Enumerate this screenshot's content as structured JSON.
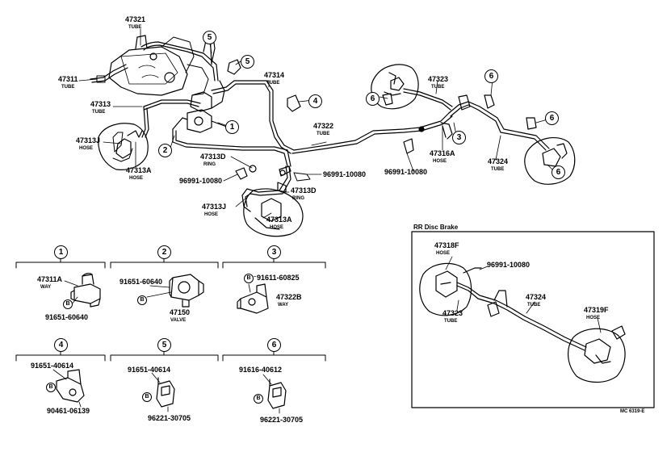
{
  "parts": {
    "p47321": {
      "num": "47321",
      "desc": "TUBE"
    },
    "p47311": {
      "num": "47311",
      "desc": "TUBE"
    },
    "p47313": {
      "num": "47313",
      "desc": "TUBE"
    },
    "p47313J_top": {
      "num": "47313J",
      "desc": "HOSE"
    },
    "p47313A_left": {
      "num": "47313A",
      "desc": "HOSE"
    },
    "p47314": {
      "num": "47314",
      "desc": "TUBE"
    },
    "p47313D_top": {
      "num": "47313D",
      "desc": "RING"
    },
    "p96991_left": {
      "num": "96991-10080"
    },
    "p96991_mid": {
      "num": "96991-10080"
    },
    "p47313D_mid": {
      "num": "47313D",
      "desc": "RING"
    },
    "p47313J_mid": {
      "num": "47313J",
      "desc": "HOSE"
    },
    "p47313A_mid": {
      "num": "47313A",
      "desc": "HOSE"
    },
    "p47322": {
      "num": "47322",
      "desc": "TUBE"
    },
    "p96991_right": {
      "num": "96991-10080"
    },
    "p47316A": {
      "num": "47316A",
      "desc": "HOSE"
    },
    "p47323": {
      "num": "47323",
      "desc": "TUBE"
    },
    "p47324": {
      "num": "47324",
      "desc": "TUBE"
    }
  },
  "callouts": {
    "c1": "1",
    "c2": "2",
    "c3": "3",
    "c4": "4",
    "c5a": "5",
    "c5b": "5",
    "c6a": "6",
    "c6b": "6",
    "c6c": "6",
    "c6d": "6"
  },
  "details": {
    "d1": {
      "num": "1",
      "part": "47311A",
      "desc": "WAY",
      "bolt": "B",
      "bolt_part": "91651-60640"
    },
    "d2": {
      "num": "2",
      "bolt_part": "91651-60640",
      "bolt": "B",
      "part": "47150",
      "desc": "VALVE"
    },
    "d3": {
      "num": "3",
      "bolt": "B",
      "bolt_part": "91611-60825",
      "part": "47322B",
      "desc": "WAY"
    },
    "d4": {
      "num": "4",
      "bolt_part": "91651-40614",
      "bolt": "B",
      "part2": "90461-06139"
    },
    "d5": {
      "num": "5",
      "bolt_part": "91651-40614",
      "bolt": "B",
      "part2": "96221-30705"
    },
    "d6": {
      "num": "6",
      "bolt_part": "91616-40612",
      "bolt": "B",
      "part2": "96221-30705"
    }
  },
  "rr_disc": {
    "title": "RR Disc Brake",
    "p47318F": {
      "num": "47318F",
      "desc": "HOSE"
    },
    "p96991": {
      "num": "96991-10080"
    },
    "p47324": {
      "num": "47324",
      "desc": "TUBE"
    },
    "p47323": {
      "num": "47323",
      "desc": "TUBE"
    },
    "p47319F": {
      "num": "47319F",
      "desc": "HOSE"
    }
  },
  "footer": {
    "code": "MC 6319-E"
  }
}
